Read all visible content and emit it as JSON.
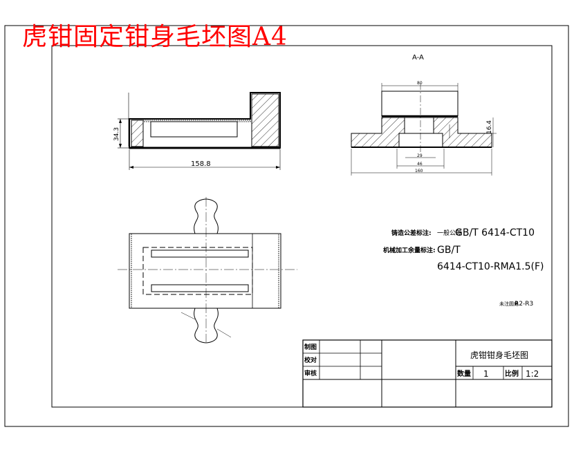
{
  "title": "虎钳固定钳身毛坯图A4",
  "section_label": "A-A",
  "dimensions": {
    "front_length": "158.8",
    "front_height": "34.3",
    "section_top_width": "80",
    "section_height": "16.4",
    "section_inner_1": "29",
    "section_inner_2": "46",
    "section_total": "160"
  },
  "notes": {
    "casting_label": "铸造公差标注:",
    "casting_prefix": "一般公差",
    "casting_value": "GB/T 6414-CT10",
    "machining_label": "机械加工余量标注:",
    "machining_value_1": "GB/T",
    "machining_value_2": "6414-CT10-RMA1.5(F)",
    "fillet_label": "未注圆角",
    "fillet_value": "R2-R3"
  },
  "title_block": {
    "drawn": "制图",
    "checked": "校对",
    "approved": "审核",
    "part_name": "虎钳钳身毛坯图",
    "qty_label": "数量",
    "qty_value": "1",
    "scale_label": "比例",
    "scale_value": "1:2"
  },
  "colors": {
    "title": "#ff0000",
    "lines": "#000000"
  }
}
